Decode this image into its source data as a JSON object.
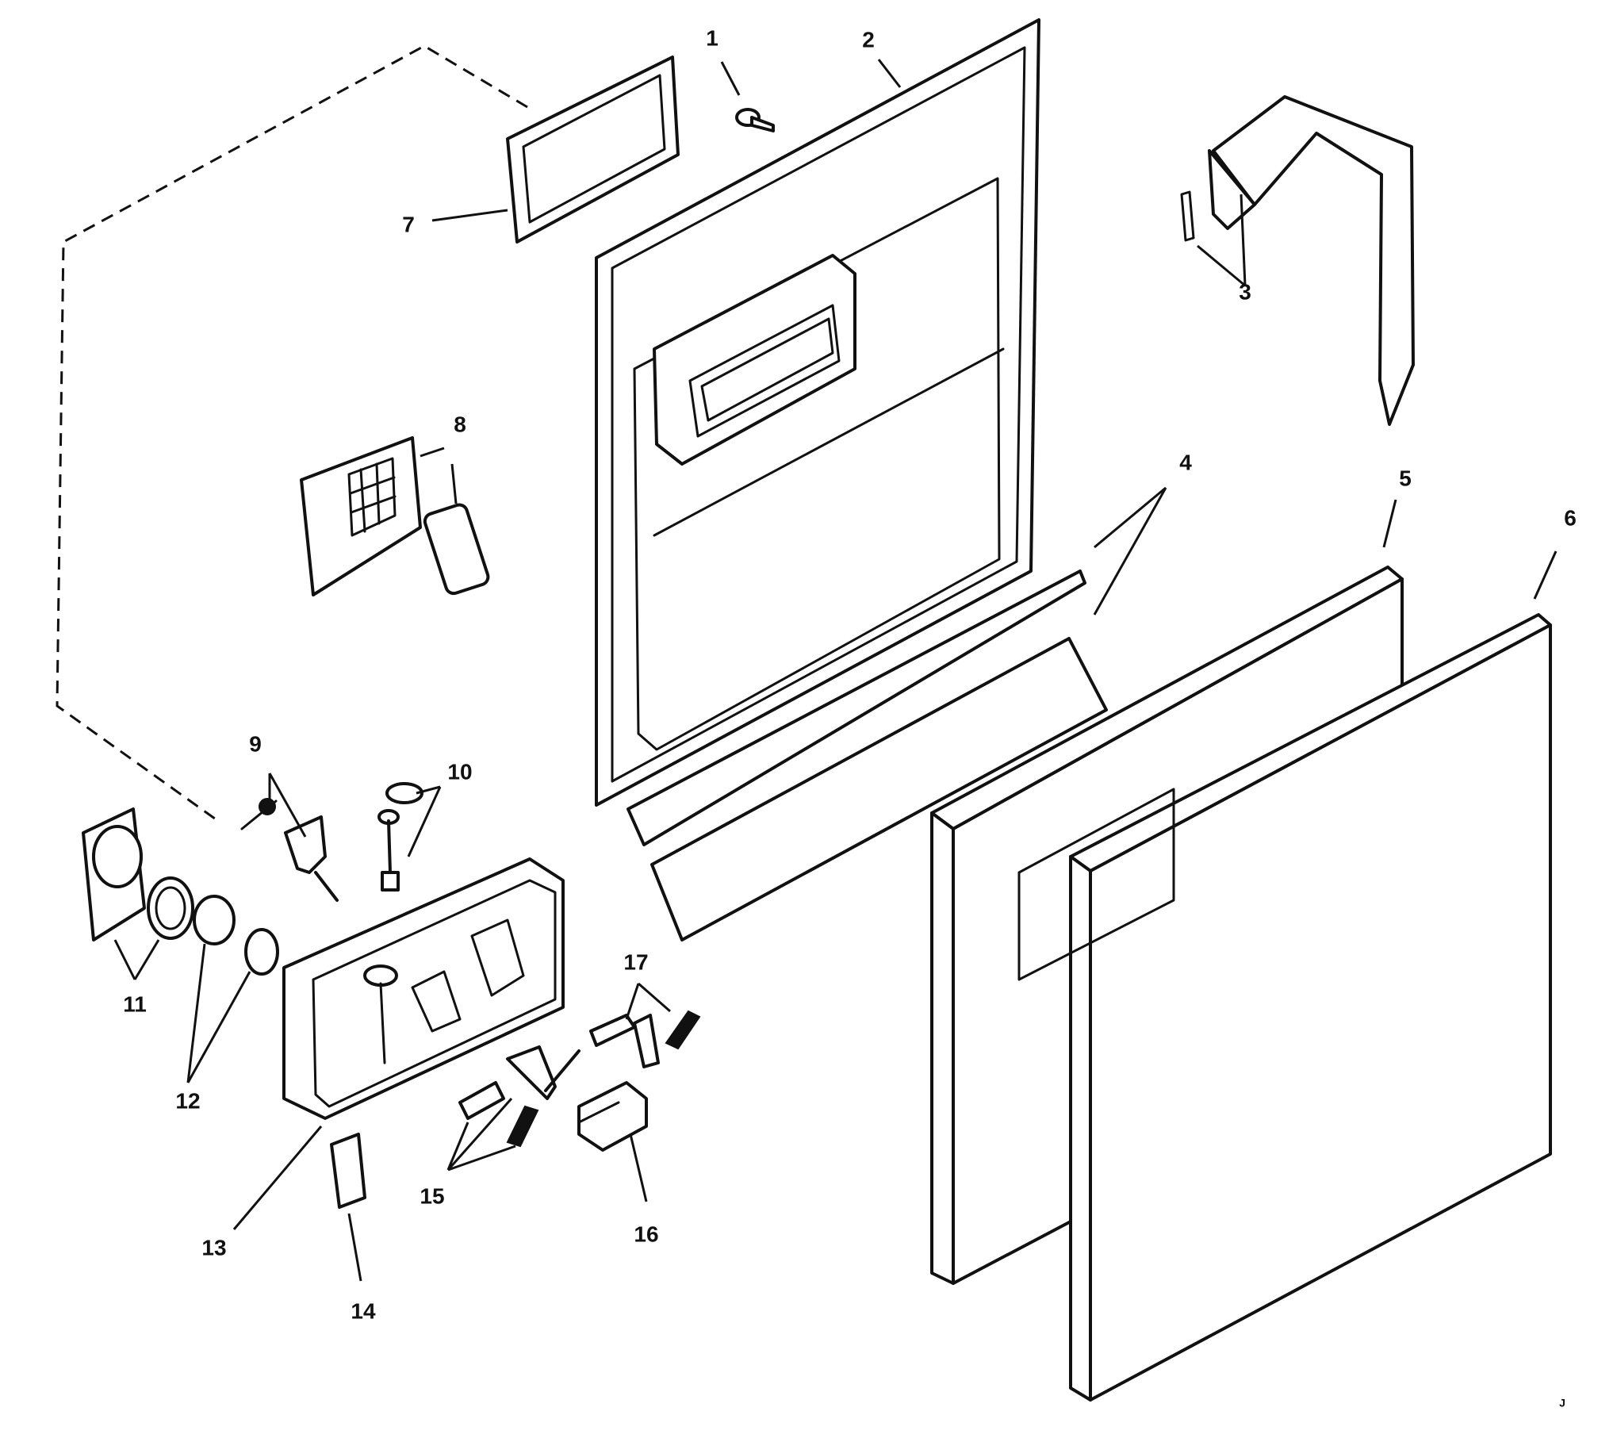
{
  "labels": {
    "n1": "1",
    "n2": "2",
    "n3": "3",
    "n4": "4",
    "n5": "5",
    "n6": "6",
    "n7": "7",
    "n8": "8",
    "n9": "9",
    "n10": "10",
    "n11": "11",
    "n12": "12",
    "n13": "13",
    "n14": "14",
    "n15": "15",
    "n16": "16",
    "n17": "17"
  },
  "corner_mark": "J"
}
